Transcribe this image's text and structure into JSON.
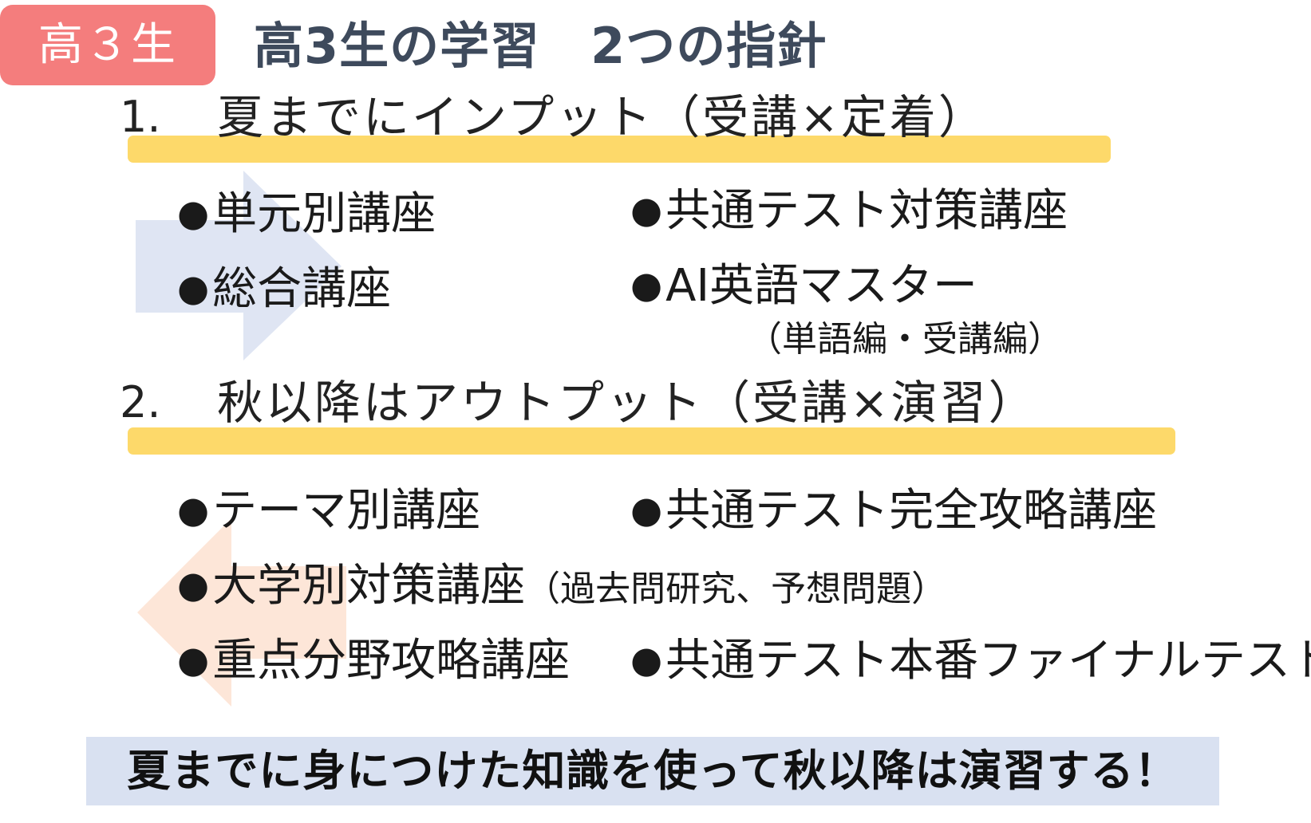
{
  "header": {
    "badge": "高３生",
    "title": "高3生の学習　2つの指針"
  },
  "sections": [
    {
      "number": "1.",
      "title": "夏までにインプット（受講×定着）",
      "items": [
        "単元別講座",
        "共通テスト対策講座",
        "総合講座",
        "AI英語マスター"
      ],
      "note": "（単語編・受講編）"
    },
    {
      "number": "2.",
      "title": "秋以降はアウトプット（受講×演習）",
      "items": [
        "テーマ別講座",
        "共通テスト完全攻略講座",
        "大学別対策講座",
        "重点分野攻略講座",
        "共通テスト本番ファイナルテスト"
      ],
      "item_detail": "（過去問研究、予想問題）"
    }
  ],
  "bullet": "●",
  "summary": "夏までに身につけた知識を使って秋以降は演習する！",
  "colors": {
    "badge": "#f47d7d",
    "title": "#3e4a5c",
    "highlight": "#fdd96a",
    "arrow_right": "#dfe5f3",
    "arrow_left": "#fde6d8",
    "summary_bg": "#d9e1f1"
  },
  "icons": {
    "arrow_right": "arrow-right-icon",
    "arrow_left": "arrow-left-icon"
  }
}
